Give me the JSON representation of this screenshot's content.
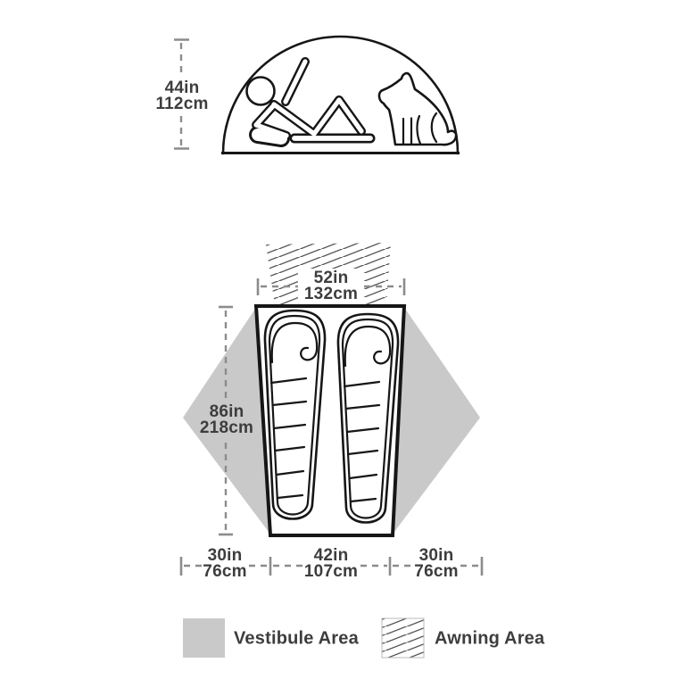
{
  "diagram": {
    "side_profile": {
      "height": {
        "imperial": "44in",
        "metric": "112cm"
      }
    },
    "floor_plan": {
      "awning_width": {
        "imperial": "52in",
        "metric": "132cm"
      },
      "floor_length": {
        "imperial": "86in",
        "metric": "218cm"
      },
      "left_vestibule_depth": {
        "imperial": "30in",
        "metric": "76cm"
      },
      "floor_width": {
        "imperial": "42in",
        "metric": "107cm"
      },
      "right_vestibule_depth": {
        "imperial": "30in",
        "metric": "76cm"
      }
    },
    "legend": {
      "vestibule": {
        "label": "Vestibule Area",
        "swatch": "solid-gray-swatch"
      },
      "awning": {
        "label": "Awning Area",
        "swatch": "diagonal-hatch-swatch"
      }
    },
    "icons": {
      "person": "person-reclining-icon",
      "dog": "dog-sitting-icon",
      "sleeping_bags": "sleeping-bag-icon"
    },
    "colors": {
      "background": "#ffffff",
      "outline": "#161616",
      "vestibule_fill": "#c9c9c9",
      "hatch_line": "#555555",
      "dimension_line": "#8c8c8c",
      "label_text": "#3d3d3d"
    }
  }
}
